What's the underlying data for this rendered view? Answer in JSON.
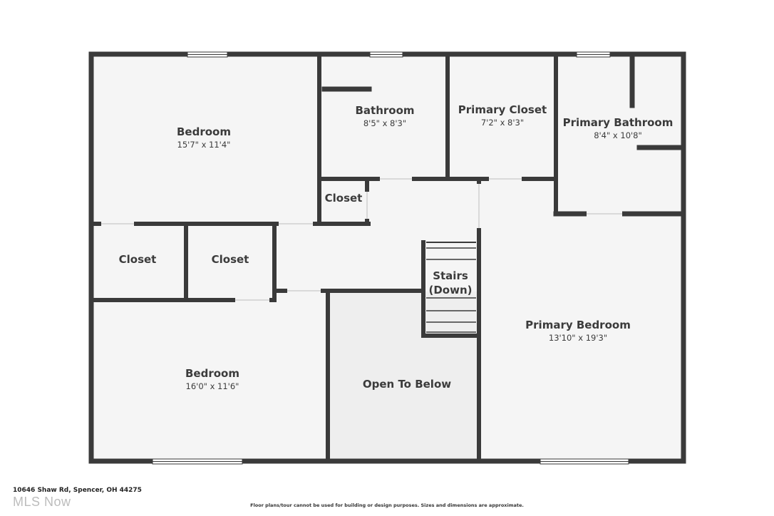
{
  "rooms": {
    "bedroom_top": {
      "name": "Bedroom",
      "dims": "15'7\" x 11'4\""
    },
    "bathroom": {
      "name": "Bathroom",
      "dims": "8'5\" x 8'3\""
    },
    "primary_closet": {
      "name": "Primary Closet",
      "dims": "7'2\" x 8'3\""
    },
    "primary_bathroom": {
      "name": "Primary Bathroom",
      "dims": "8'4\" x 10'8\""
    },
    "closet_hall": {
      "name": "Closet"
    },
    "closet_left": {
      "name": "Closet"
    },
    "closet_mid": {
      "name": "Closet"
    },
    "stairs": {
      "line1": "Stairs",
      "line2": "(Down)"
    },
    "primary_bedroom": {
      "name": "Primary Bedroom",
      "dims": "13'10\" x 19'3\""
    },
    "bedroom_bottom": {
      "name": "Bedroom",
      "dims": "16'0\" x 11'6\""
    },
    "open_to_below": {
      "name": "Open To Below"
    }
  },
  "footer": {
    "address": "10646 Shaw Rd, Spencer, OH 44275",
    "brand": "MLS Now",
    "disclaimer": "Floor plans/tour cannot be used for building or design purposes. Sizes and dimensions are approximate."
  },
  "colors": {
    "wall": "#3a3a3a",
    "floor": "#f5f5f5",
    "open_area": "#eeeeee",
    "window": "#ffffff"
  }
}
